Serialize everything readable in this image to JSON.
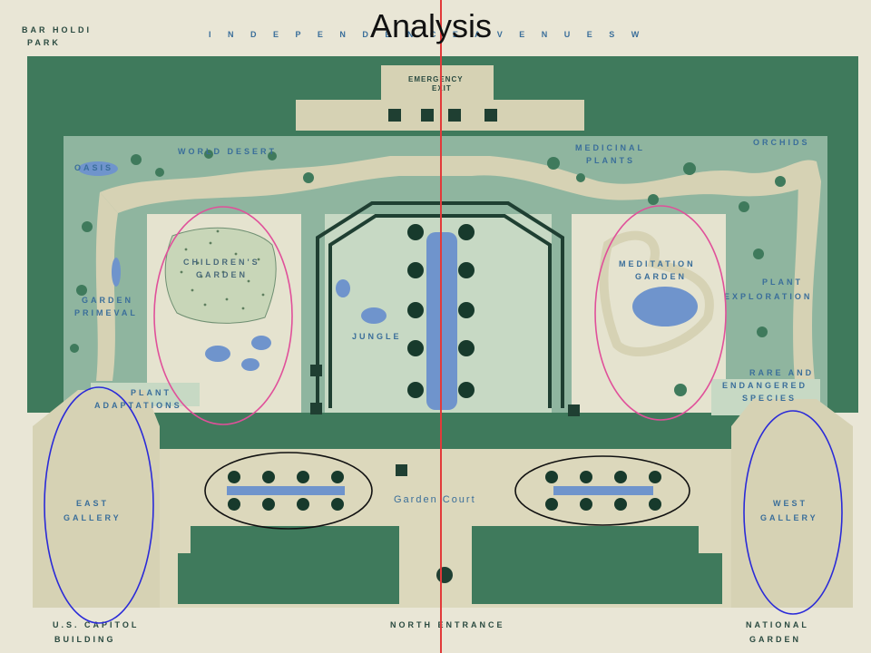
{
  "title": "Analysis",
  "labels": {
    "bartholdi_park": [
      "BAR HOLDI",
      "PARK"
    ],
    "independence_ave": "I N D E P E N D E N C E   A V E N U E   S W",
    "emergency_exit": [
      "EMERGENCY",
      "EXIT"
    ],
    "world_desert": "WORLD DESERT",
    "oasis": "OASIS",
    "medicinal_plants": [
      "MEDICINAL",
      "PLANTS"
    ],
    "orchids": "ORCHIDS",
    "garden_primeval": [
      "GARDEN",
      "PRIMEVAL"
    ],
    "childrens_garden": [
      "CHILDREN'S",
      "GARDEN"
    ],
    "jungle": "JUNGLE",
    "meditation_garden": [
      "MEDITATION",
      "GARDEN"
    ],
    "plant_exploration": [
      "PLANT",
      "EXPLORATION"
    ],
    "plant_adaptations": [
      "PLANT",
      "ADAPTATIONS"
    ],
    "rare_endangered": [
      "RARE AND",
      "ENDANGERED",
      "SPECIES"
    ],
    "east_gallery": [
      "EAST",
      "GALLERY"
    ],
    "west_gallery": [
      "WEST",
      "GALLERY"
    ],
    "garden_court": "Garden Court",
    "north_entrance": "NORTH ENTRANCE",
    "us_capitol": [
      "U.S. CAPITOL",
      "BUILDING"
    ],
    "national_garden": [
      "NATIONAL",
      "GARDEN"
    ]
  },
  "colors": {
    "dark_green": "#3f7a5c",
    "mid_green": "#8fb59f",
    "light_green": "#c7d9c4",
    "path": "#d6d2b4",
    "court": "#dcd8bc",
    "water": "#6f94cc",
    "annot_red": "#e23a3a",
    "annot_pink": "#e0509a",
    "annot_blue": "#2a2ad8",
    "annot_black": "#111111"
  }
}
